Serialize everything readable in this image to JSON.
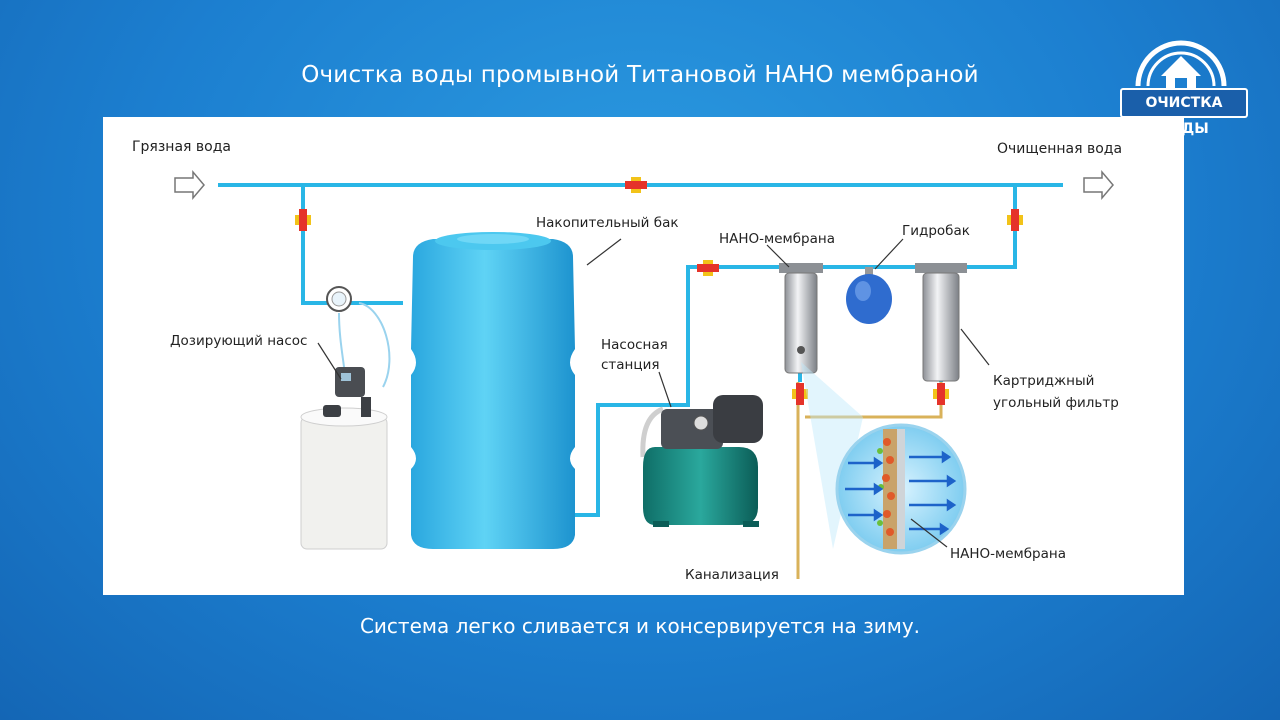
{
  "title": "Очистка воды промывной Титановой НАНО мембраной",
  "caption": "Система легко сливается и консервируется на зиму.",
  "logo": {
    "text": "ОЧИСТКА ВОДЫ",
    "icon": "house-icon"
  },
  "labels": {
    "dirty_water": "Грязная вода",
    "clean_water": "Очищенная вода",
    "storage_tank": "Накопительный бак",
    "dosing_pump": "Дозирующий насос",
    "pump_station_1": "Насосная",
    "pump_station_2": "станция",
    "nano_membrane_top": "НАНО-мембрана",
    "hydro_tank": "Гидробак",
    "carbon_filter_1": "Картриджный",
    "carbon_filter_2": "угольный фильтр",
    "nano_membrane_bottom": "НАНО-мембрана",
    "sewer": "Канализация"
  },
  "colors": {
    "background": "#1c7fd0",
    "pipe": "#29b6e6",
    "tank": "#3ec1ec",
    "valve": "#e5332a",
    "valve_body": "#f2c319"
  }
}
